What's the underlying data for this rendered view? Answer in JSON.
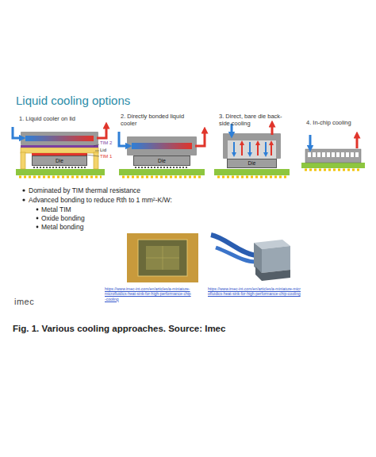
{
  "diagram": {
    "title": "Liquid cooling options",
    "caption": "Fig. 1. Various cooling approaches. Source: Imec",
    "nodes": [
      {
        "text": [
          "Die"
        ]
      },
      {
        "text": [
          "Die"
        ]
      },
      {
        "text": [
          "Die"
        ]
      }
    ],
    "labels": [
      "1. Liquid cooler on lid",
      "2. Directly bonded liquid cooler",
      "3. Direct, bare die back-side cooling",
      "4. In-chip cooling",
      "TIM 2",
      "Lid",
      "TIM 1",
      "Dominated by TIM thermal resistance",
      "Advanced bonding to reduce Rth to 1 mm²-K/W:",
      "Metal TIM",
      "Oxide bonding",
      "Metal bonding",
      "https://www.imec-int.com/en/articles/a-miniature-microfluidics-heat-sink-for-high-performance-chip-cooling",
      "https://www.imec-int.com/en/articles/a-miniature-microfluidics-heat-sink-for-high-performance-chip-cooling",
      "imec"
    ]
  }
}
